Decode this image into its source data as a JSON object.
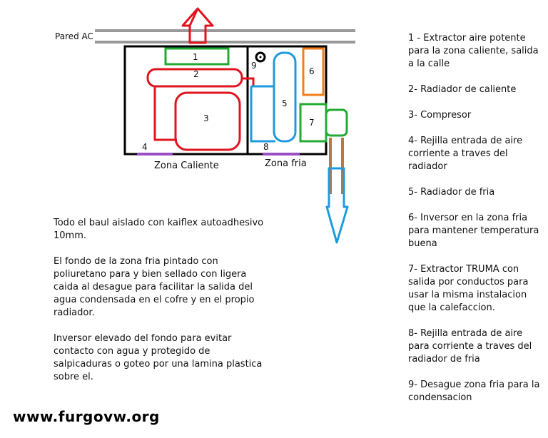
{
  "diagram": {
    "wall_label": "Pared AC",
    "hot_zone_label": "Zona Caliente",
    "cold_zone_label": "Zona fria",
    "components": [
      {
        "num": "1",
        "color": "#22aa33"
      },
      {
        "num": "2",
        "color": "#e0141e"
      },
      {
        "num": "3",
        "color": "#e0141e"
      },
      {
        "num": "4",
        "color": "#9b4fc4"
      },
      {
        "num": "5",
        "color": "#1e9be0"
      },
      {
        "num": "6",
        "color": "#f07f1e"
      },
      {
        "num": "7",
        "color": "#22aa33"
      },
      {
        "num": "8",
        "color": "#9b4fc4"
      },
      {
        "num": "9",
        "color": "#000000"
      }
    ],
    "colors": {
      "wall": "#999999",
      "box": "#000000",
      "exhaust_arrow": "#e0141e",
      "drain_arrow": "#1e9be0",
      "duct": "#b07a4a"
    }
  },
  "legend": [
    "1 - Extractor aire potente para la zona caliente, salida a la calle",
    "2- Radiador de caliente",
    "3- Compresor",
    "4- Rejilla entrada de aire corriente a traves del radiador",
    "5- Radiador de fria",
    "6- Inversor en la zona fria para mantener temperatura buena",
    "7- Extractor TRUMA con salida por conductos para usar la misma instalacion que la calefaccion.",
    "8- Rejilla entrada de aire para corriente a traves del radiador de fria",
    "9- Desague zona fria para la condensacion"
  ],
  "notes": [
    "Todo el baul aislado con kaiflex autoadhesivo 10mm.",
    "El fondo de la zona fria pintado con poliuretano para y bien sellado con ligera caida al desague para facilitar la salida del agua condensada en el cofre y en el propio radiador.",
    "Inversor elevado del fondo para evitar contacto con agua y protegido de salpicaduras o goteo por una lamina plastica sobre el."
  ],
  "watermark": "www.furgovw.org"
}
